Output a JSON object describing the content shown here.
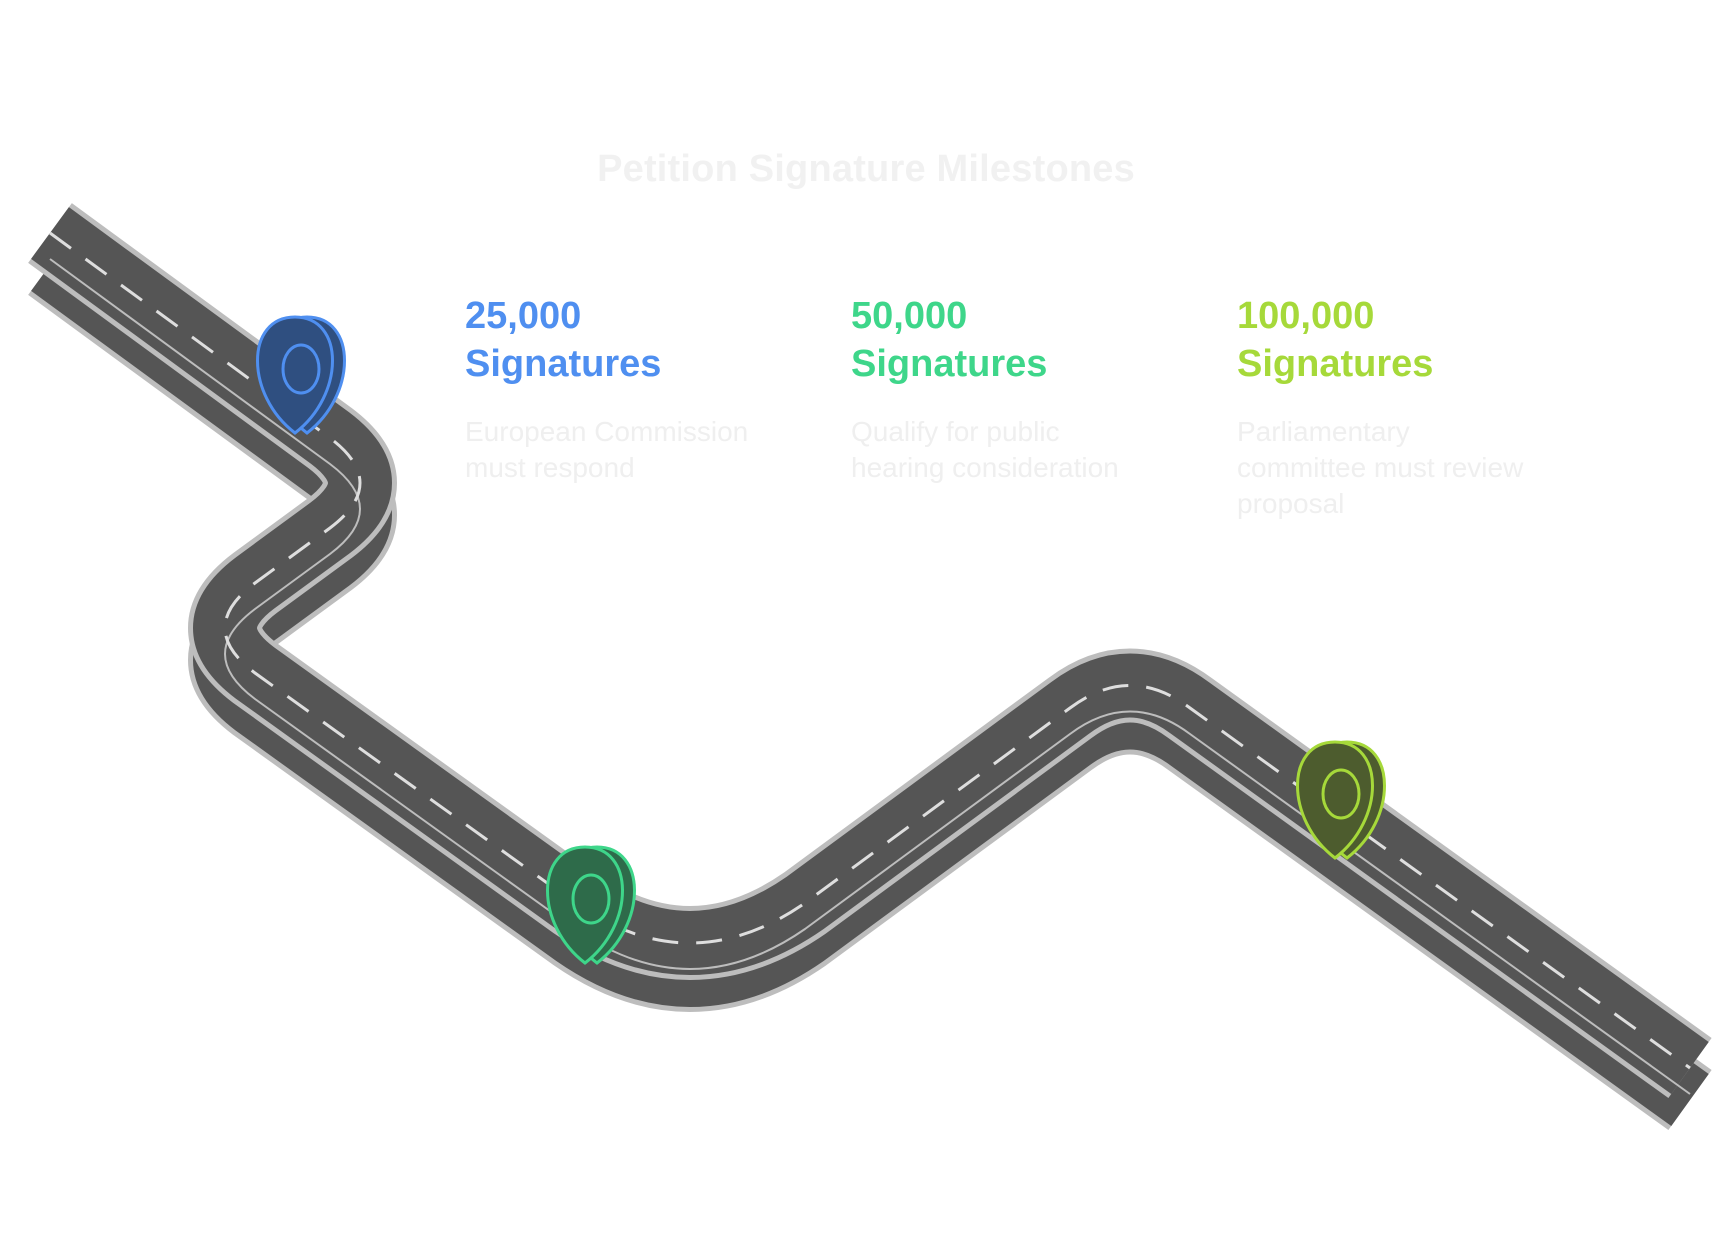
{
  "title": "Petition Signature Milestones",
  "milestones": [
    {
      "count": "25,000",
      "unit": "Signatures",
      "description": "European Commission must respond",
      "color": "#4f8ff0",
      "pin_fill": "#2f4f80",
      "icon": "map-pin-icon"
    },
    {
      "count": "50,000",
      "unit": "Signatures",
      "description": "Qualify for public hearing consideration",
      "color": "#3ed68a",
      "pin_fill": "#2e6b4a",
      "icon": "map-pin-icon"
    },
    {
      "count": "100,000",
      "unit": "Signatures",
      "description": "Parliamentary committee must review proposal",
      "color": "#a6d93a",
      "pin_fill": "#4d5c2e",
      "icon": "map-pin-icon"
    }
  ],
  "road": {
    "surface_color": "#555555",
    "edge_color": "#bdbdbd",
    "dash_color": "#dedede"
  }
}
